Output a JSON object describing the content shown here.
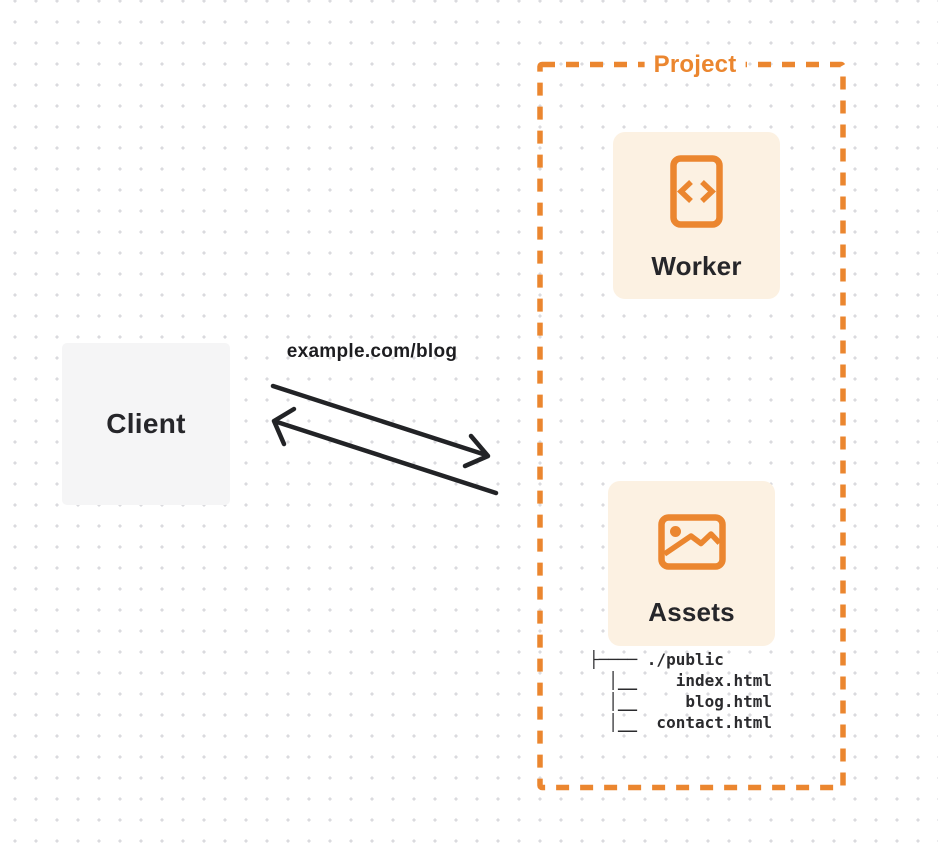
{
  "colors": {
    "accent_orange": "#EB862F",
    "card_bg": "#FCF1E2",
    "client_bg": "#F5F5F6",
    "ink": "#26262A",
    "arrow_ink": "#222326",
    "dot_color": "#DADADE"
  },
  "project": {
    "label": "Project",
    "worker": {
      "label": "Worker",
      "icon": "code-file-icon"
    },
    "assets": {
      "label": "Assets",
      "icon": "image-icon"
    },
    "file_tree": {
      "lines": [
        "├──── ./public",
        "  │__    index.html",
        "  │__     blog.html",
        "  │__  contact.html"
      ]
    }
  },
  "client": {
    "label": "Client"
  },
  "request": {
    "label": "example.com/blog"
  }
}
